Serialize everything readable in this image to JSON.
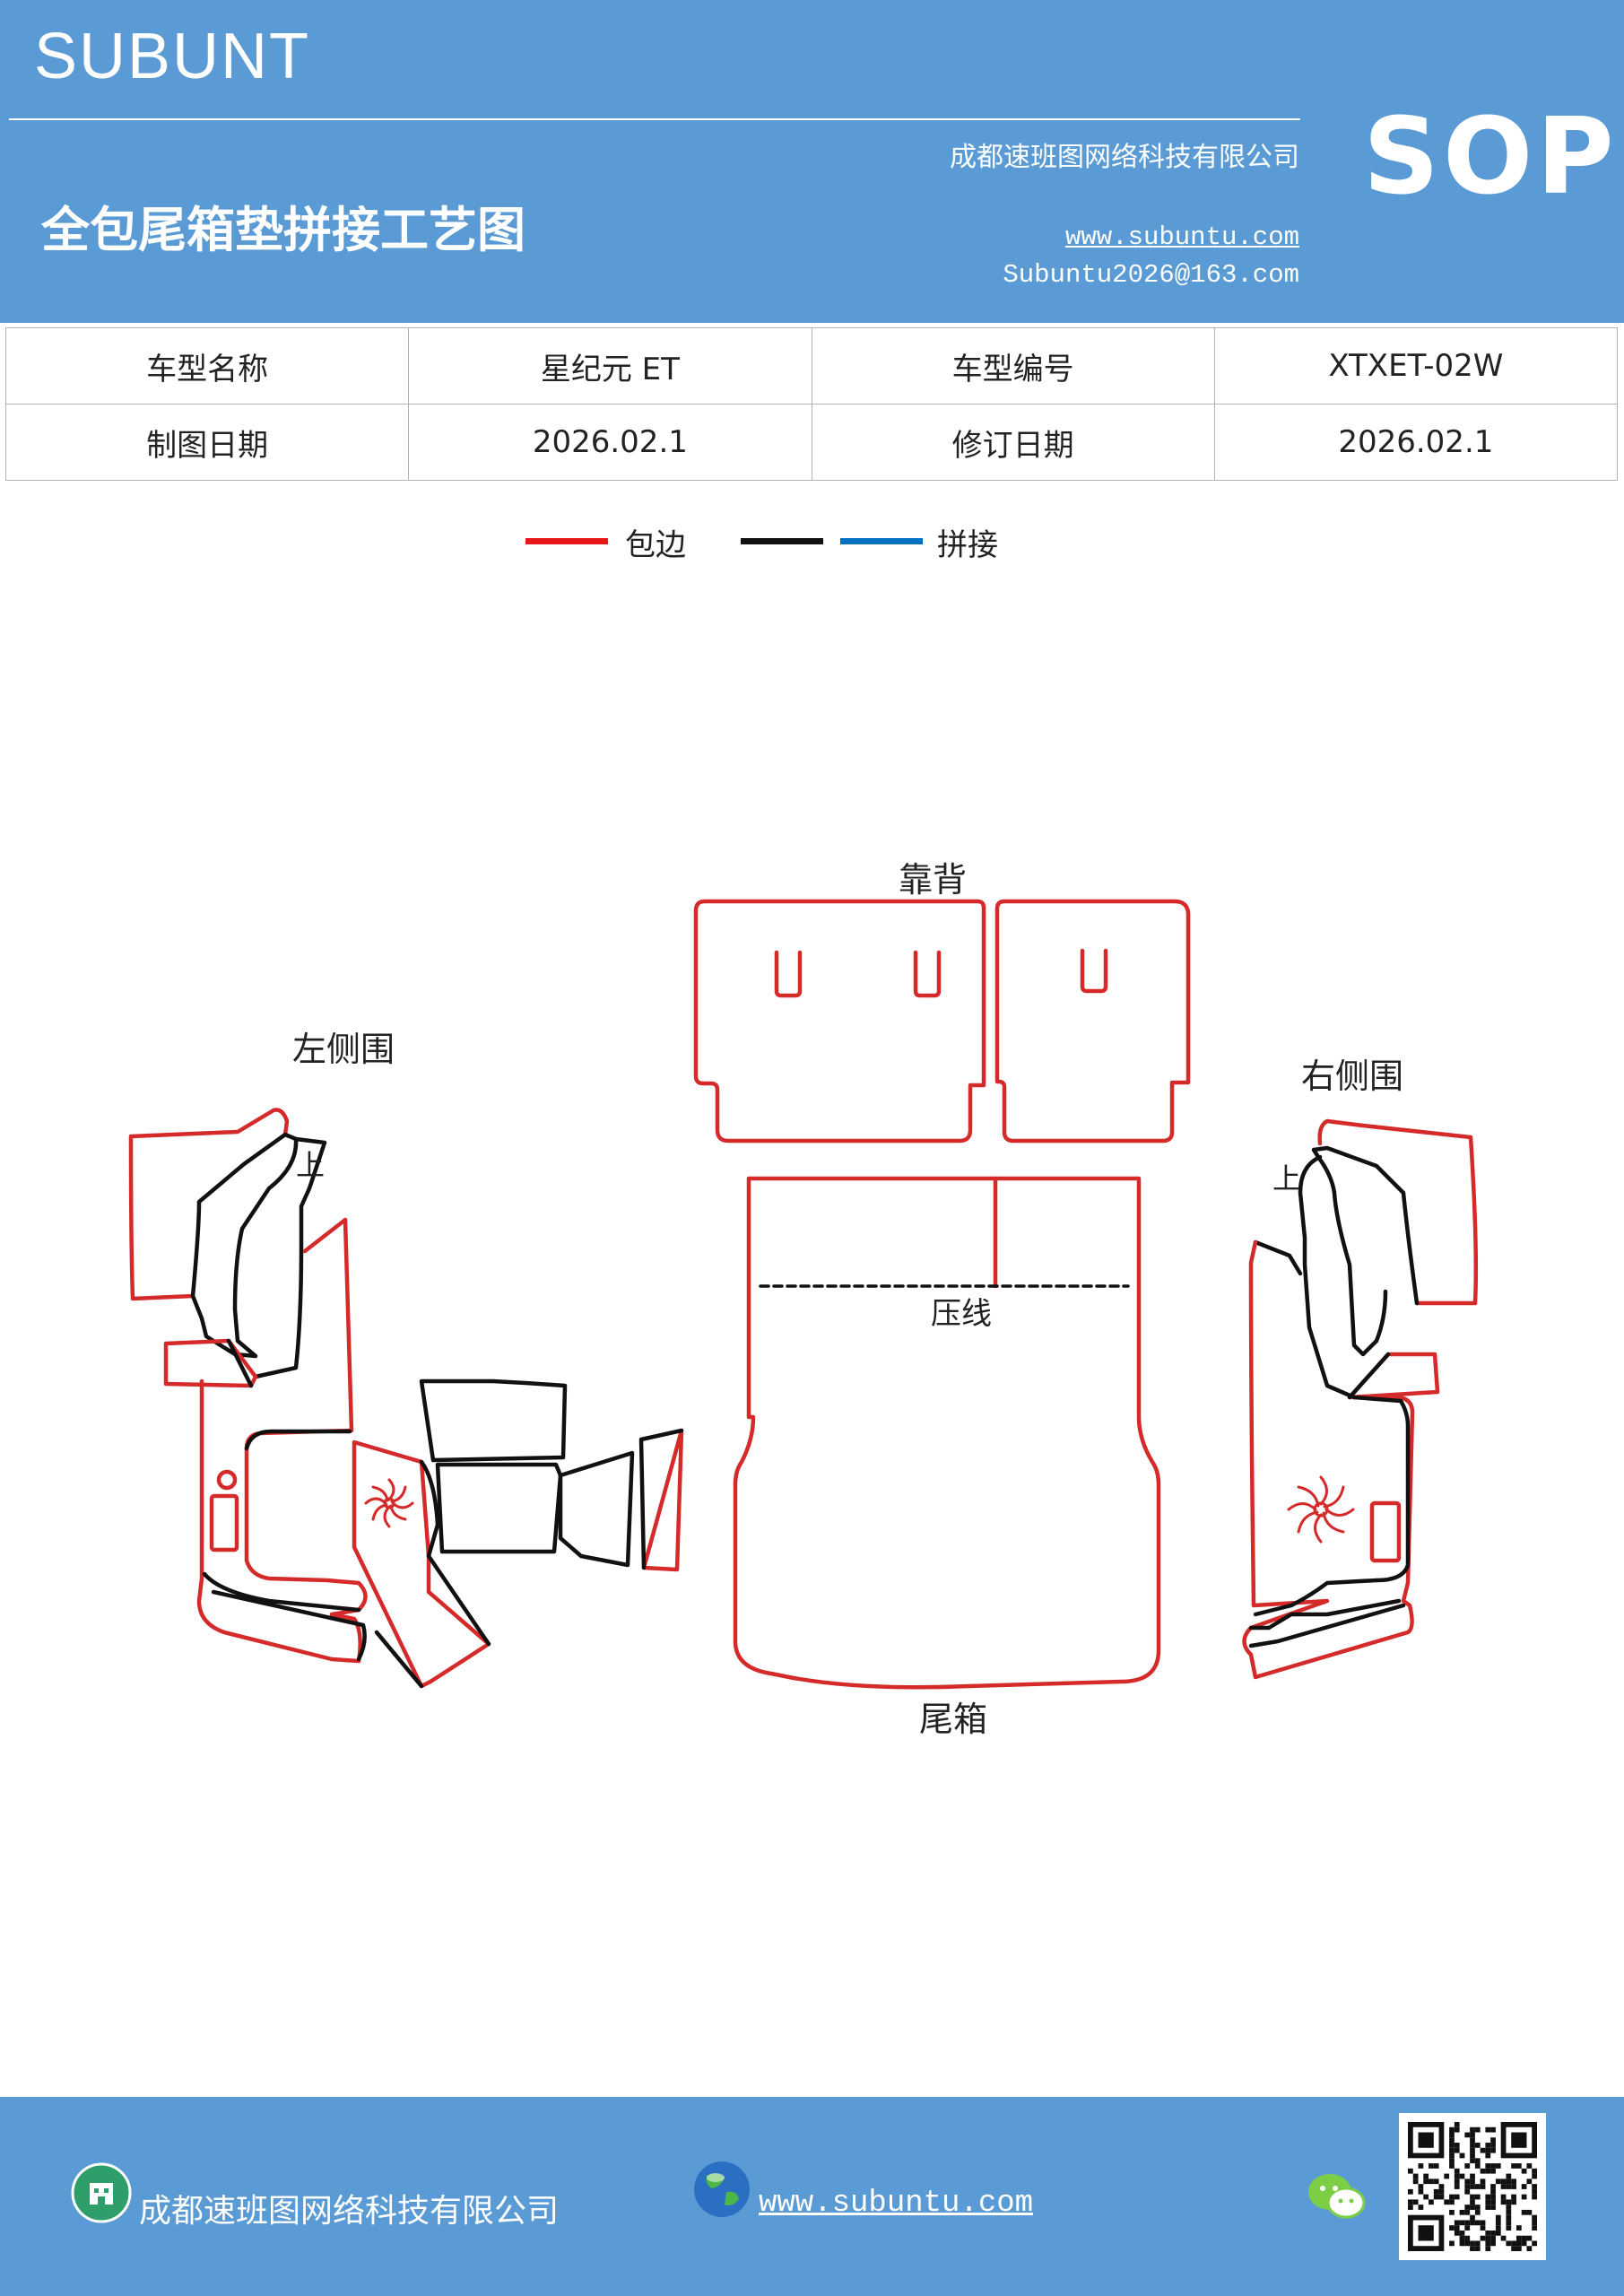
{
  "header": {
    "brand": "SUBUNT",
    "title": "全包尾箱垫拼接工艺图",
    "company": "成都速班图网络科技有限公司",
    "website": "www.subuntu.com",
    "email": "Subuntu2026@163.com",
    "badge": "SOP",
    "background_color": "#5b9bd5"
  },
  "info_table": {
    "rows": [
      [
        "车型名称",
        "星纪元 ET",
        "车型编号",
        "XTXET-02W"
      ],
      [
        "制图日期",
        "2026.02.1",
        "修订日期",
        "2026.02.1"
      ]
    ]
  },
  "legend": {
    "items": [
      {
        "label": "包边",
        "color": "#e8161b"
      },
      {
        "label": "",
        "color": "#111111"
      },
      {
        "label": "拼接",
        "color": "#0070c0"
      }
    ]
  },
  "diagram": {
    "labels": {
      "backrest": "靠背",
      "left_side": "左侧围",
      "right_side": "右侧围",
      "left_up": "上",
      "right_up": "上",
      "crease": "压线",
      "trunk": "尾箱"
    },
    "edge_color": "#d42a2a",
    "seam_color": "#111111"
  },
  "footer": {
    "company": "成都速班图网络科技有限公司",
    "website": "www.subuntu.com",
    "icons": [
      "building-icon",
      "globe-icon",
      "wechat-icon",
      "qr-code"
    ]
  }
}
